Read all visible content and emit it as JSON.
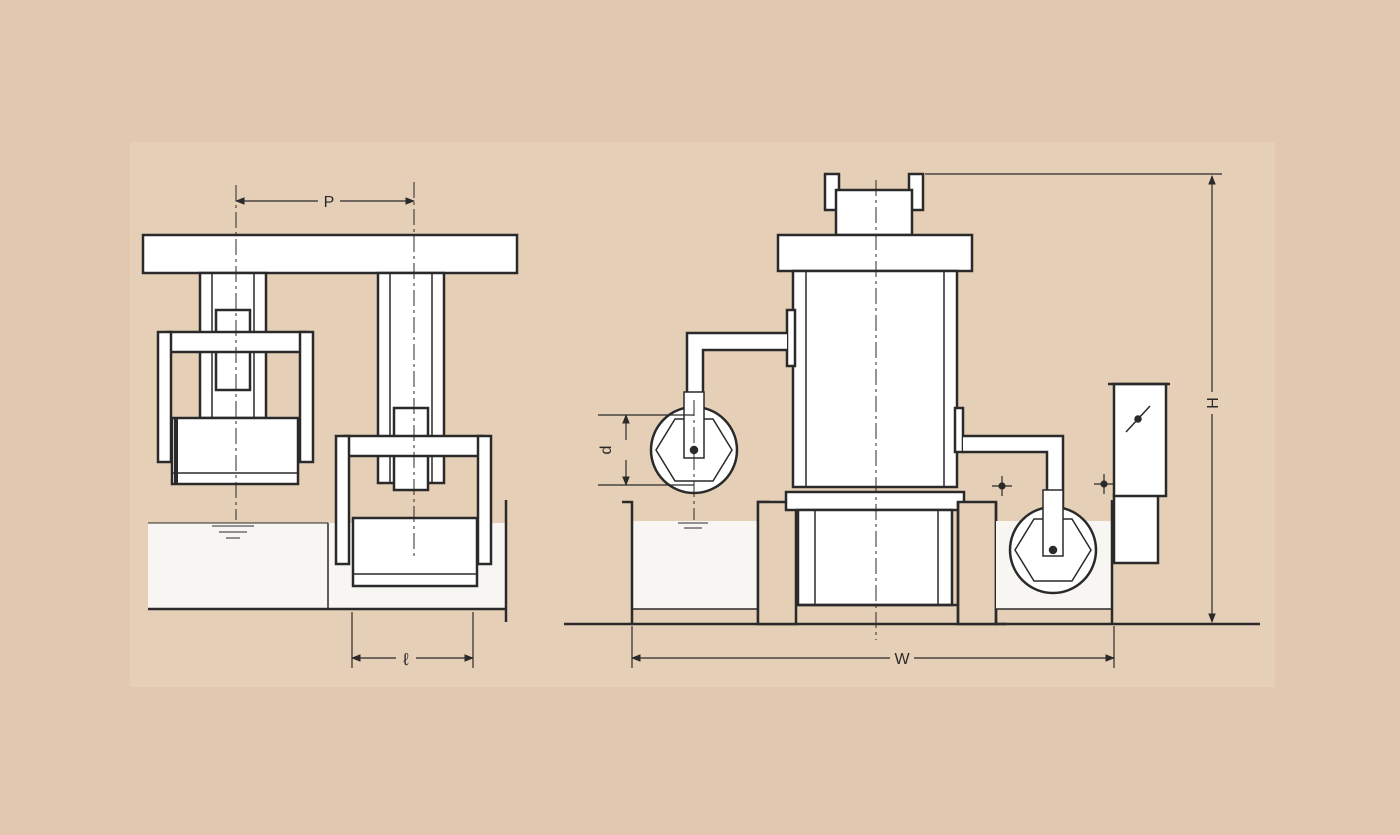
{
  "colors": {
    "background": "#e2c8ae",
    "panel": "#e6cfb7",
    "line": "#2a2a2a",
    "fill": "#ffffff",
    "water": "#f8f6f2"
  },
  "labels": {
    "pitch": "P",
    "length": "ℓ",
    "diameter": "d",
    "height": "H",
    "width": "W"
  }
}
